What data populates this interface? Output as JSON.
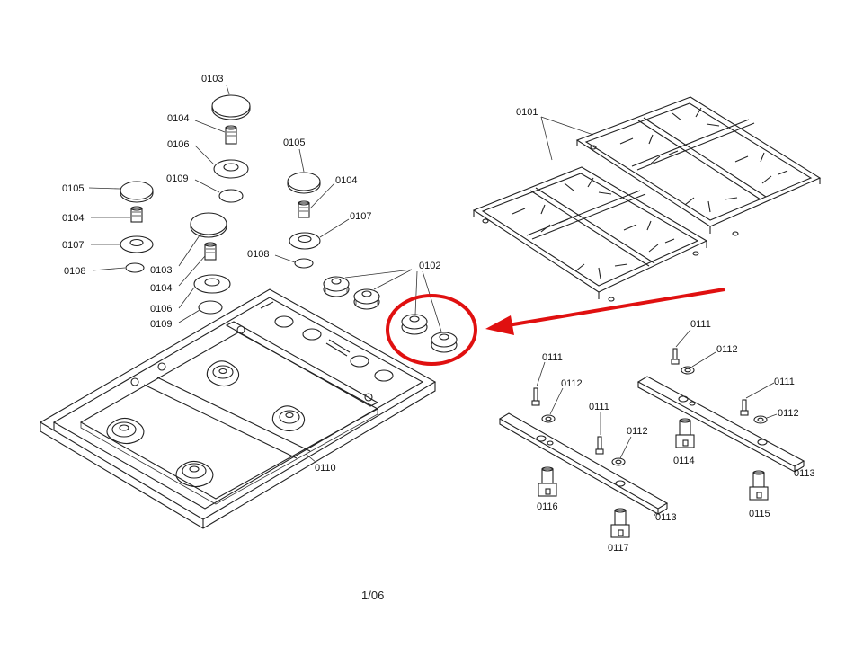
{
  "labels": {
    "cap_0103_a": "0103",
    "cap_0103_b": "0103",
    "spreader_0104_a": "0104",
    "spreader_0104_b": "0104",
    "spreader_0104_c": "0104",
    "spreader_0104_d": "0104",
    "cap_0105_a": "0105",
    "cap_0105_b": "0105",
    "crown_0106_a": "0106",
    "crown_0106_b": "0106",
    "crown_0107_a": "0107",
    "crown_0107_b": "0107",
    "ring_0108_a": "0108",
    "ring_0108_b": "0108",
    "ring_0109_a": "0109",
    "ring_0109_b": "0109",
    "grate_0101": "0101",
    "knobs_0102": "0102",
    "hob_0110": "0110",
    "electrode_0111_a": "0111",
    "electrode_0111_b": "0111",
    "electrode_0111_c": "0111",
    "electrode_0111_d": "0111",
    "nut_0112_a": "0112",
    "nut_0112_b": "0112",
    "nut_0112_c": "0112",
    "nut_0112_d": "0112",
    "bar_0113_a": "0113",
    "bar_0113_b": "0113",
    "valve_0114": "0114",
    "valve_0115": "0115",
    "valve_0116": "0116",
    "valve_0117": "0117"
  },
  "page_number": "1/06",
  "highlight_color": "#e01010"
}
